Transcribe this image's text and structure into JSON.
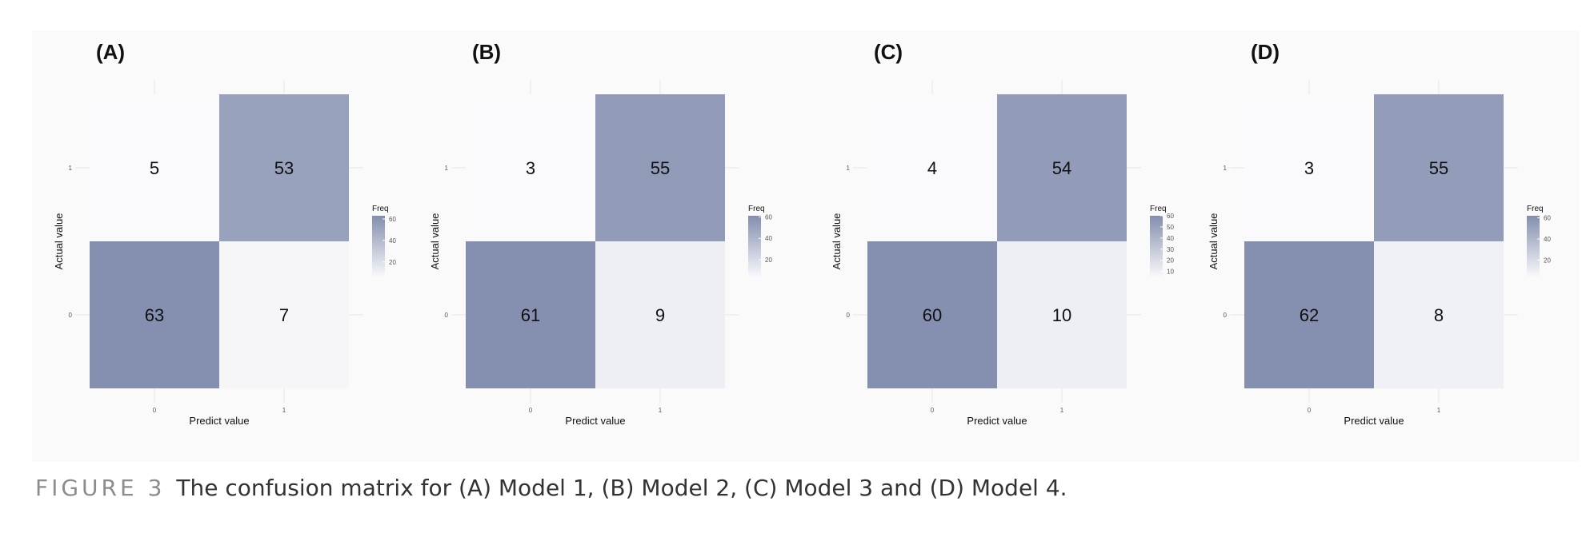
{
  "colors": {
    "low": "#fafafc",
    "high": "#8590b0",
    "grid": "#e6e6e6",
    "text": "#111111",
    "tick": "#555555",
    "panel_bg": "#fafafb"
  },
  "caption": {
    "label": "FIGURE 3",
    "text": "The confusion matrix for (A) Model 1, (B) Model 2, (C) Model 3 and (D) Model 4."
  },
  "chart_data": [
    {
      "type": "heatmap",
      "panel_label": "(A)",
      "xlabel": "Predict value",
      "ylabel": "Actual value",
      "x_categories": [
        "0",
        "1"
      ],
      "y_categories": [
        "0",
        "1"
      ],
      "cells": [
        {
          "actual": "1",
          "predict": "0",
          "value": 5
        },
        {
          "actual": "1",
          "predict": "1",
          "value": 53
        },
        {
          "actual": "0",
          "predict": "0",
          "value": 63
        },
        {
          "actual": "0",
          "predict": "1",
          "value": 7
        }
      ],
      "legend": {
        "title": "Freq",
        "ticks": [
          60,
          40,
          20
        ],
        "range": [
          5,
          63
        ],
        "placement": "right"
      },
      "grid": true
    },
    {
      "type": "heatmap",
      "panel_label": "(B)",
      "xlabel": "Predict value",
      "ylabel": "Actual value",
      "x_categories": [
        "0",
        "1"
      ],
      "y_categories": [
        "0",
        "1"
      ],
      "cells": [
        {
          "actual": "1",
          "predict": "0",
          "value": 3
        },
        {
          "actual": "1",
          "predict": "1",
          "value": 55
        },
        {
          "actual": "0",
          "predict": "0",
          "value": 61
        },
        {
          "actual": "0",
          "predict": "1",
          "value": 9
        }
      ],
      "legend": {
        "title": "Freq",
        "ticks": [
          60,
          40,
          20
        ],
        "range": [
          3,
          61
        ],
        "placement": "right"
      },
      "grid": true
    },
    {
      "type": "heatmap",
      "panel_label": "(C)",
      "xlabel": "Predict value",
      "ylabel": "Actual value",
      "x_categories": [
        "0",
        "1"
      ],
      "y_categories": [
        "0",
        "1"
      ],
      "cells": [
        {
          "actual": "1",
          "predict": "0",
          "value": 4
        },
        {
          "actual": "1",
          "predict": "1",
          "value": 54
        },
        {
          "actual": "0",
          "predict": "0",
          "value": 60
        },
        {
          "actual": "0",
          "predict": "1",
          "value": 10
        }
      ],
      "legend": {
        "title": "Freq",
        "ticks": [
          60,
          50,
          40,
          30,
          20,
          10
        ],
        "range": [
          4,
          60
        ],
        "placement": "right"
      },
      "grid": true
    },
    {
      "type": "heatmap",
      "panel_label": "(D)",
      "xlabel": "Predict value",
      "ylabel": "Actual value",
      "x_categories": [
        "0",
        "1"
      ],
      "y_categories": [
        "0",
        "1"
      ],
      "cells": [
        {
          "actual": "1",
          "predict": "0",
          "value": 3
        },
        {
          "actual": "1",
          "predict": "1",
          "value": 55
        },
        {
          "actual": "0",
          "predict": "0",
          "value": 62
        },
        {
          "actual": "0",
          "predict": "1",
          "value": 8
        }
      ],
      "legend": {
        "title": "Freq",
        "ticks": [
          60,
          40,
          20
        ],
        "range": [
          3,
          62
        ],
        "placement": "right"
      },
      "grid": true
    }
  ]
}
